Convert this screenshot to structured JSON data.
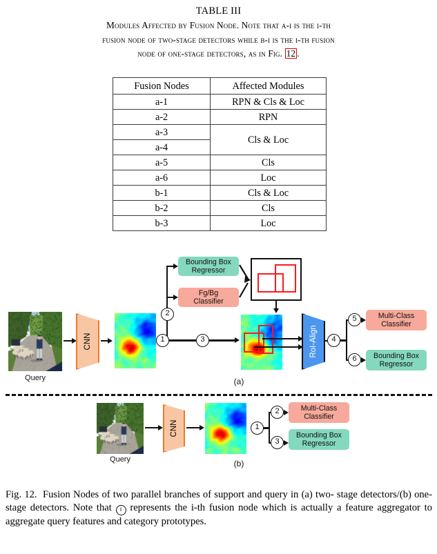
{
  "table": {
    "number": "TABLE III",
    "caption_lines": [
      "Modules Affected by Fusion Node. Note that a-i is the i-th",
      "fusion node of two-stage detectors while b-i is the i-th fusion",
      "node of one-stage detectors, as in Fig. "
    ],
    "caption_ref": "12",
    "caption_tail": ".",
    "columns": [
      "Fusion Nodes",
      "Affected Modules"
    ],
    "rows": [
      {
        "node": "a-1",
        "modules": "RPN & Cls & Loc"
      },
      {
        "node": "a-2",
        "modules": "RPN"
      },
      {
        "node": "a-3",
        "modules": "Cls & Loc"
      },
      {
        "node": "a-4",
        "modules": ""
      },
      {
        "node": "a-5",
        "modules": "Cls"
      },
      {
        "node": "a-6",
        "modules": "Loc"
      },
      {
        "node": "b-1",
        "modules": "Cls & Loc"
      },
      {
        "node": "b-2",
        "modules": "Cls"
      },
      {
        "node": "b-3",
        "modules": "Loc"
      }
    ]
  },
  "figure": {
    "subfig_a": "(a)",
    "subfig_b": "(b)",
    "query_label_a": "Query",
    "query_label_b": "Query",
    "cnn_label_a": "CNN",
    "cnn_label_b": "CNN",
    "roi_label": "RoI-Align",
    "boxes_a": {
      "bbox_regressor_top": "Bounding Box\nRegressor",
      "bbox_regressor_top_l1": "Bounding Box",
      "bbox_regressor_top_l2": "Regressor",
      "fgbg_classifier_l1": "Fg/Bg",
      "fgbg_classifier_l2": "Classifier",
      "multiclass_l1": "Multi-Class",
      "multiclass_l2": "Classifier",
      "bbox_regressor_l1": "Bounding Box",
      "bbox_regressor_l2": "Regressor"
    },
    "boxes_b": {
      "multiclass_l1": "Multi-Class",
      "multiclass_l2": "Classifier",
      "bbox_regressor_l1": "Bounding Box",
      "bbox_regressor_l2": "Regressor"
    },
    "nodes_a": [
      "1",
      "2",
      "3",
      "4",
      "5",
      "6"
    ],
    "nodes_b": [
      "1",
      "2",
      "3"
    ],
    "colors": {
      "green_pill": "#84d8bd",
      "red_pill": "#f7a99b",
      "cnn_fill": "#f9c6a3",
      "cnn_stroke": "#ea7a2e",
      "roi_fill": "#4b97ef",
      "proposal_box": "#fc1a1a",
      "ref_link": "#e00000"
    }
  },
  "fig_caption": {
    "label": "Fig. 12.",
    "text_before_circle": "Fusion Nodes of two parallel branches of support and query in (a) two- stage detectors/(b) one-stage detectors. Note that ",
    "circle_glyph": "i",
    "text_after_circle": " represents the i-th fusion node which is actually a feature aggregator to aggregate query features and category prototypes."
  }
}
